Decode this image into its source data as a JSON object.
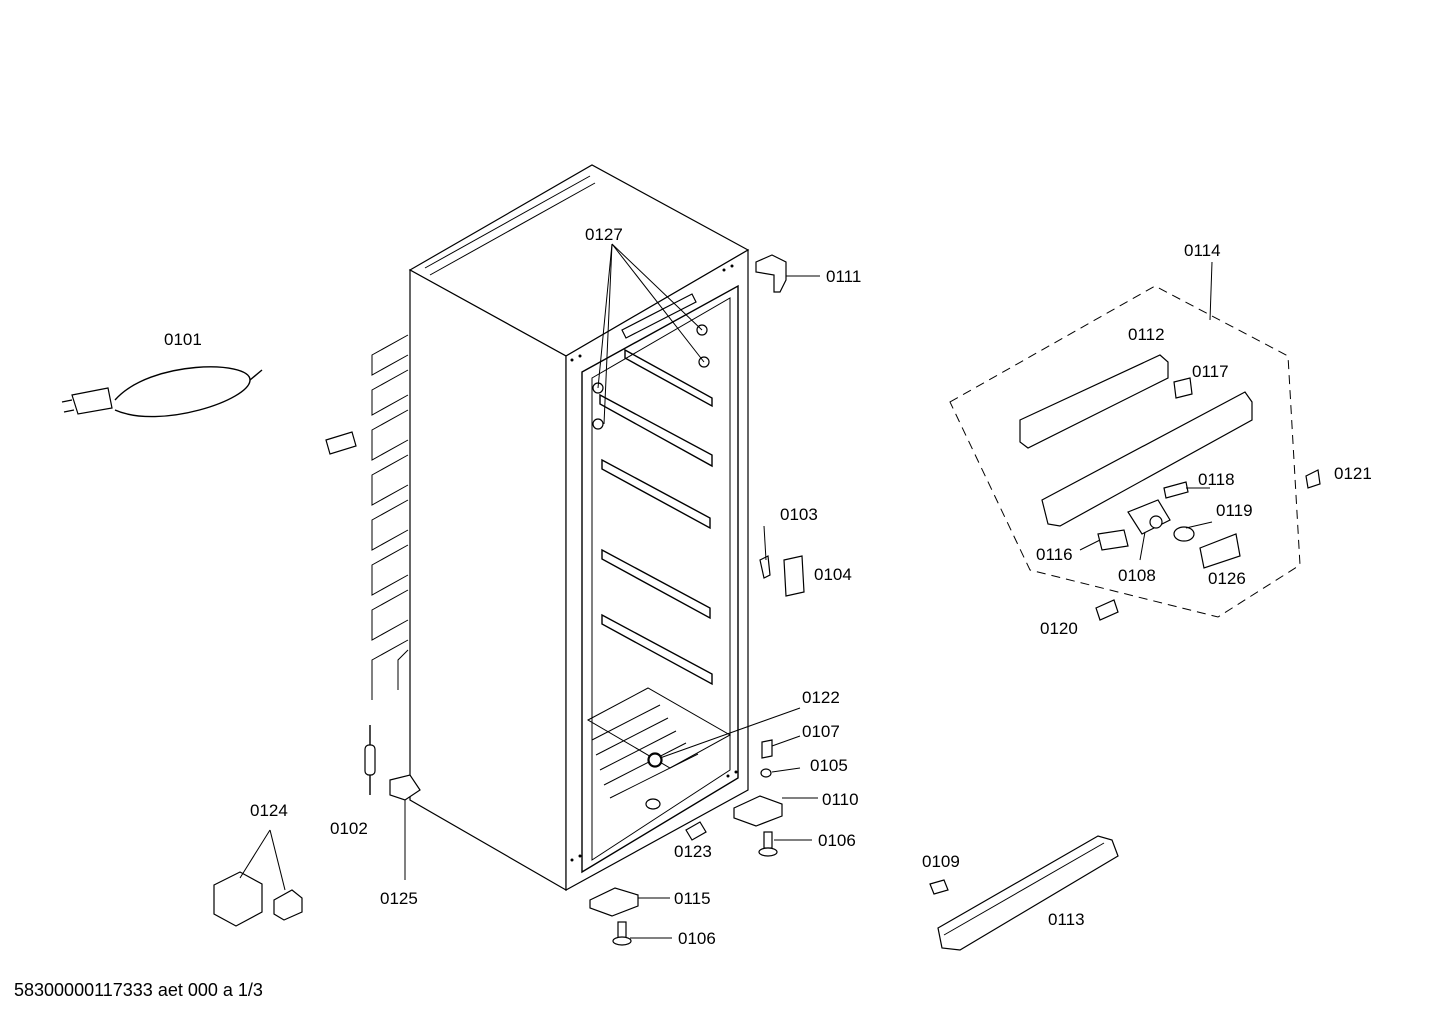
{
  "document_id": "58300000117333 aet 000 a 1/3",
  "callouts": {
    "c0101": "0101",
    "c0102": "0102",
    "c0103": "0103",
    "c0104": "0104",
    "c0105": "0105",
    "c0106a": "0106",
    "c0106b": "0106",
    "c0107": "0107",
    "c0108": "0108",
    "c0109": "0109",
    "c0110": "0110",
    "c0111": "0111",
    "c0112": "0112",
    "c0113": "0113",
    "c0114": "0114",
    "c0115": "0115",
    "c0116": "0116",
    "c0117": "0117",
    "c0118": "0118",
    "c0119": "0119",
    "c0120": "0120",
    "c0121": "0121",
    "c0122": "0122",
    "c0123": "0123",
    "c0124": "0124",
    "c0125": "0125",
    "c0126": "0126",
    "c0127": "0127"
  }
}
